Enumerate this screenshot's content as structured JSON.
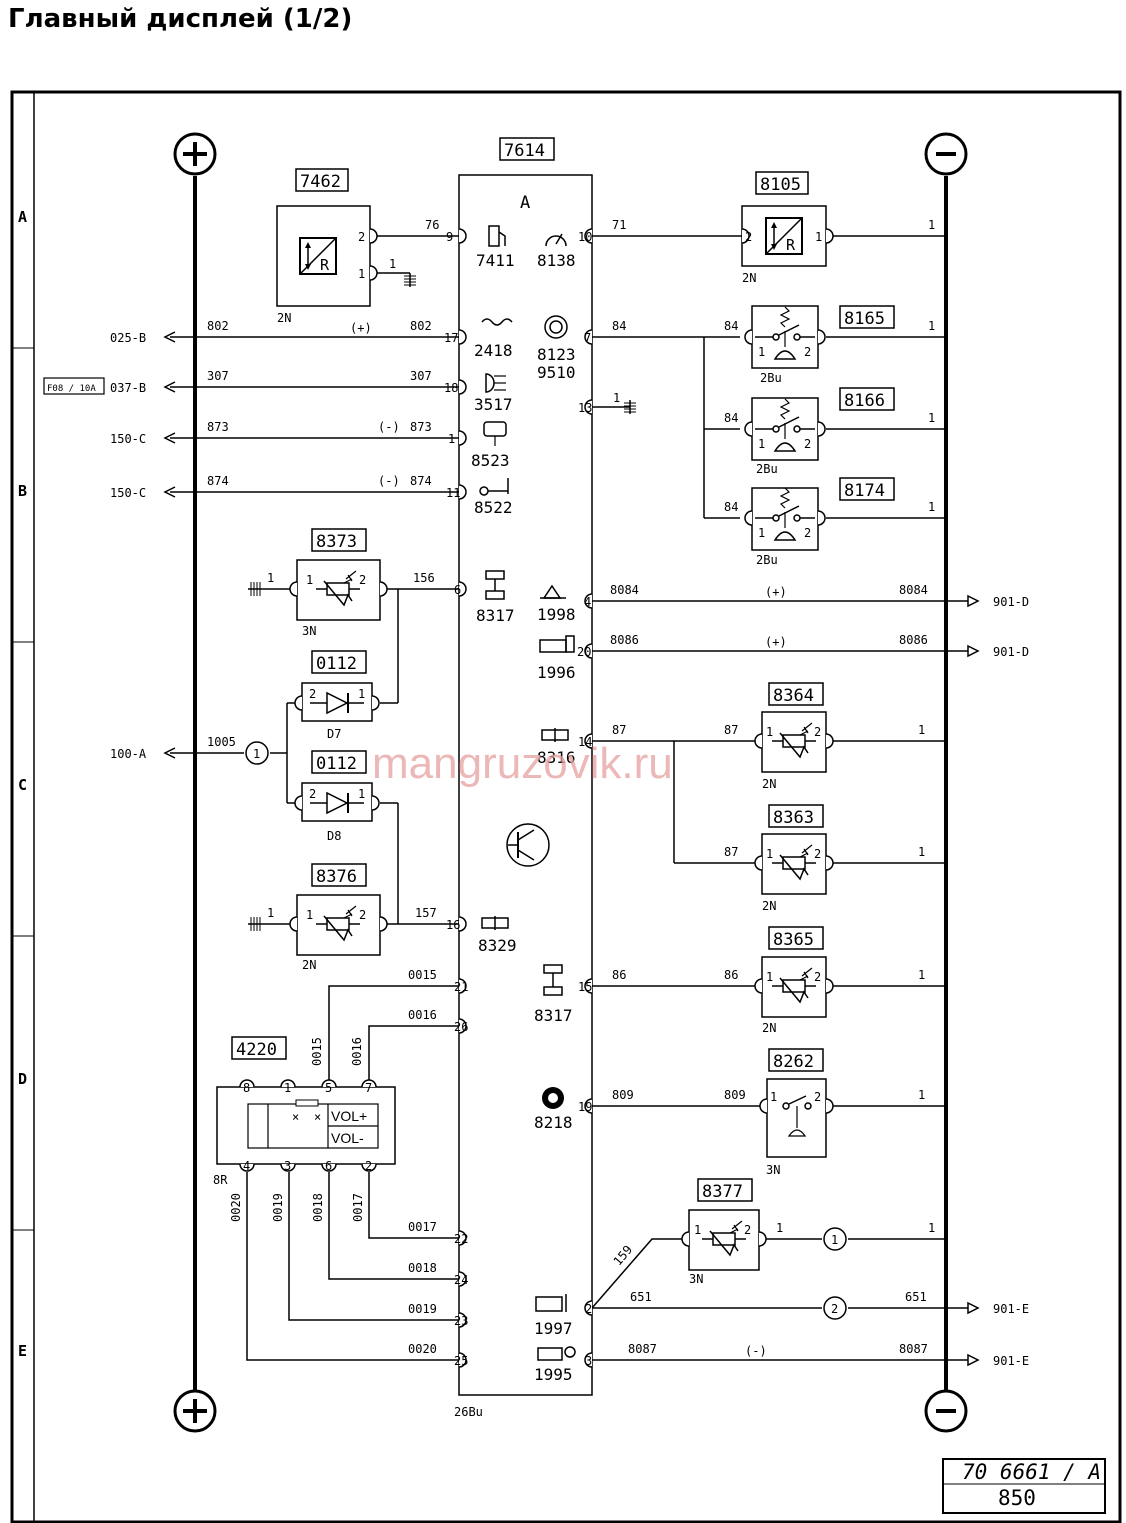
{
  "title": "Главный дисплей (1/2)",
  "watermark": "mangruzovik.ru",
  "row_labels": [
    "A",
    "B",
    "C",
    "D",
    "E"
  ],
  "main_unit": {
    "id": "7614",
    "icon_letter": "A",
    "connector": "26Bu"
  },
  "left_connections": [
    {
      "dest": "025-B",
      "wire_out": "802",
      "polarity": "(+)",
      "wire_in": "802",
      "pin": "17"
    },
    {
      "dest": "037-B",
      "fuse": "F08 / 10A",
      "wire_out": "307",
      "wire_in": "307",
      "pin": "18"
    },
    {
      "dest": "150-C",
      "wire_out": "873",
      "polarity": "(-)",
      "wire_in": "873",
      "pin": "1"
    },
    {
      "dest": "150-C",
      "wire_out": "874",
      "polarity": "(-)",
      "wire_in": "874",
      "pin": "11"
    },
    {
      "dest": "100-A",
      "wire_out": "1005",
      "node": "1"
    }
  ],
  "right_connections": [
    {
      "pin": "4",
      "wire": "8084",
      "polarity": "(+)",
      "wire_end": "8084",
      "dest": "901-D"
    },
    {
      "pin": "20",
      "wire": "8086",
      "polarity": "(+)",
      "wire_end": "8086",
      "dest": "901-D"
    },
    {
      "pin": "2",
      "wire": "651",
      "node": "2",
      "wire_end": "651",
      "dest": "901-E"
    },
    {
      "pin": "3",
      "wire": "8087",
      "polarity": "(-)",
      "wire_end": "8087",
      "dest": "901-E"
    }
  ],
  "indicators": [
    {
      "code": "7411"
    },
    {
      "code": "8138"
    },
    {
      "code": "2418"
    },
    {
      "code": "8123"
    },
    {
      "code": "9510"
    },
    {
      "code": "3517"
    },
    {
      "code": "8523"
    },
    {
      "code": "8522"
    },
    {
      "code": "8317"
    },
    {
      "code": "1998"
    },
    {
      "code": "1996"
    },
    {
      "code": "8316"
    },
    {
      "code": "8329"
    },
    {
      "code": "8317"
    },
    {
      "code": "8218"
    },
    {
      "code": "1997"
    },
    {
      "code": "1995"
    }
  ],
  "components": {
    "c7462": {
      "id": "7462",
      "connector": "2N",
      "pin_a": "2",
      "pin_b": "1",
      "wire": "76",
      "gnd_wire": "1",
      "unit_pin": "9"
    },
    "c8105": {
      "id": "8105",
      "connector": "2N",
      "pin_a": "2",
      "pin_b": "1",
      "wire": "71",
      "wire_end": "1",
      "unit_pin": "10"
    },
    "c8165": {
      "id": "8165",
      "connector": "2Bu",
      "pin_a": "1",
      "pin_b": "2",
      "wire": "84",
      "wire_sw": "84",
      "wire_end": "1",
      "unit_pin": "7"
    },
    "c8166": {
      "id": "8166",
      "connector": "2Bu",
      "pin_a": "1",
      "pin_b": "2",
      "wire_sw": "84",
      "wire_end": "1"
    },
    "c8174": {
      "id": "8174",
      "connector": "2Bu",
      "pin_a": "1",
      "pin_b": "2",
      "wire_sw": "84",
      "wire_end": "1"
    },
    "gnd13": {
      "unit_pin": "13",
      "wire": "1"
    },
    "c8373": {
      "id": "8373",
      "connector": "3N",
      "pin_a": "1",
      "pin_b": "2",
      "gnd_wire": "1",
      "wire": "156",
      "unit_pin": "6"
    },
    "d7": {
      "id": "0112",
      "name": "D7",
      "pin_a": "2",
      "pin_b": "1"
    },
    "d8": {
      "id": "0112",
      "name": "D8",
      "pin_a": "2",
      "pin_b": "1"
    },
    "c8376": {
      "id": "8376",
      "connector": "2N",
      "pin_a": "1",
      "pin_b": "2",
      "gnd_wire": "1",
      "wire": "157",
      "unit_pin": "16"
    },
    "c8364": {
      "id": "8364",
      "connector": "2N",
      "pin_a": "1",
      "pin_b": "2",
      "wire": "87",
      "wire_sw": "87",
      "wire_end": "1",
      "unit_pin": "14"
    },
    "c8363": {
      "id": "8363",
      "connector": "2N",
      "pin_a": "1",
      "pin_b": "2",
      "wire_sw": "87",
      "wire_end": "1"
    },
    "c8365": {
      "id": "8365",
      "connector": "2N",
      "pin_a": "1",
      "pin_b": "2",
      "wire": "86",
      "wire_sw": "86",
      "wire_end": "1",
      "unit_pin": "15"
    },
    "c8262": {
      "id": "8262",
      "connector": "3N",
      "pin_a": "1",
      "pin_b": "2",
      "wire": "809",
      "wire_sw": "809",
      "wire_end": "1",
      "unit_pin": "19"
    },
    "c8377": {
      "id": "8377",
      "connector": "3N",
      "pin_a": "1",
      "pin_b": "2",
      "wire_in": "159",
      "wire_out": "1",
      "node": "1",
      "wire_end": "1"
    },
    "c4220": {
      "id": "4220",
      "connector": "8R",
      "top_pins": [
        "8",
        "1",
        "5",
        "7"
      ],
      "bottom_pins": [
        "4",
        "3",
        "6",
        "2"
      ],
      "vol_up": "VOL+",
      "vol_down": "VOL-",
      "wires_top": [
        "0015",
        "0016"
      ],
      "wires_bottom": [
        "0020",
        "0019",
        "0018",
        "0017"
      ],
      "unit_wires": [
        {
          "wire": "0015",
          "pin": "21"
        },
        {
          "wire": "0016",
          "pin": "26"
        },
        {
          "wire": "0017",
          "pin": "22"
        },
        {
          "wire": "0018",
          "pin": "24"
        },
        {
          "wire": "0019",
          "pin": "23"
        },
        {
          "wire": "0020",
          "pin": "25"
        }
      ]
    }
  },
  "ref_box": {
    "line1": "70 6661 / A",
    "line2": "850"
  }
}
